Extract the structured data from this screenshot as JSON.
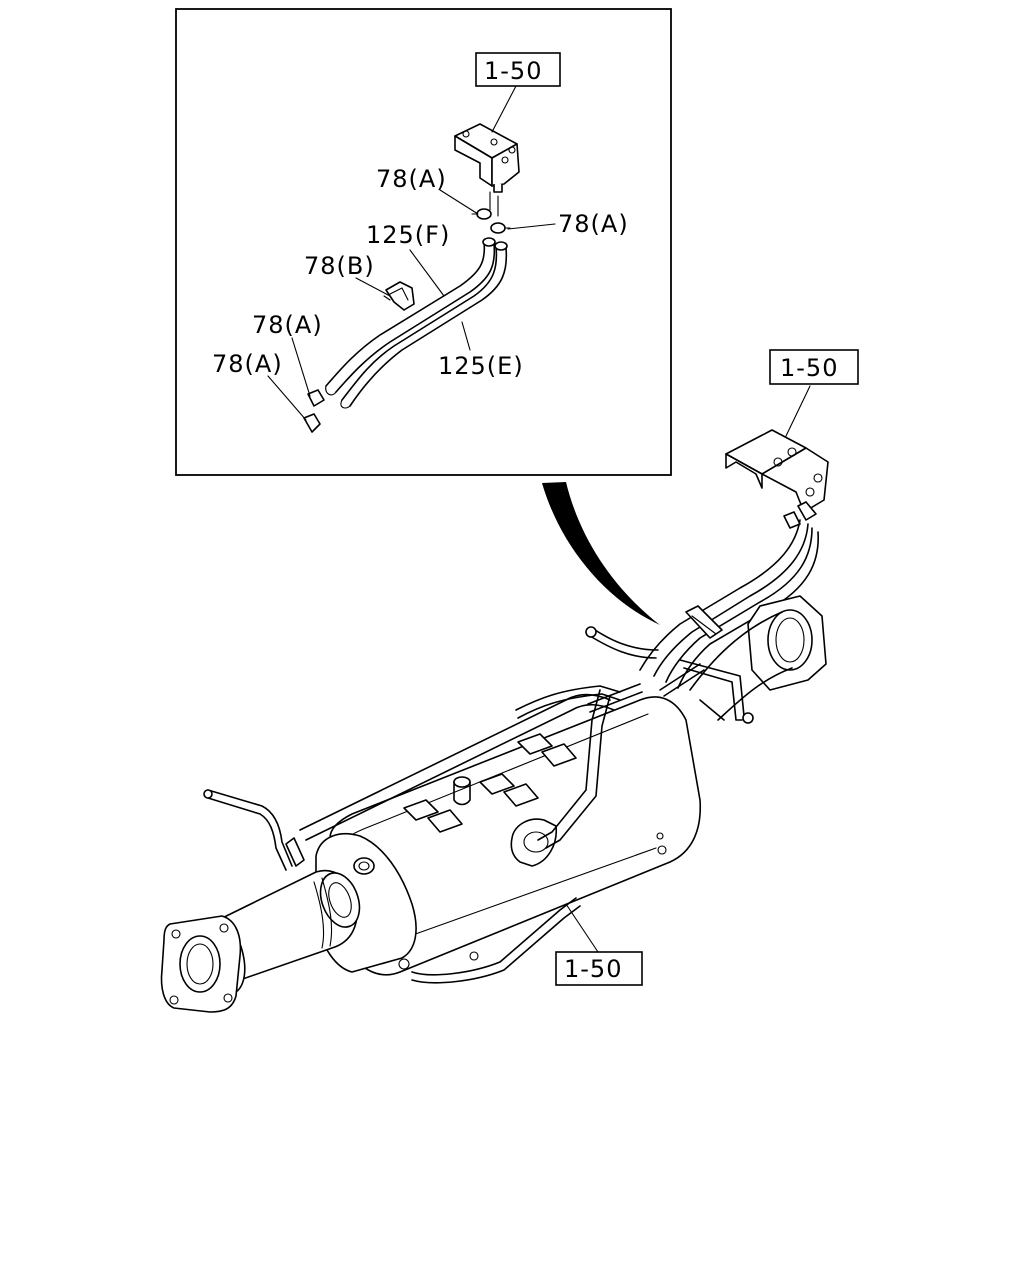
{
  "callouts": {
    "inset_ref_top": "1-50",
    "part_78a_1": "78(A)",
    "part_78a_2": "78(A)",
    "part_125f": "125(F)",
    "part_78b": "78(B)",
    "part_78a_3": "78(A)",
    "part_125e": "125(E)",
    "part_78a_4": "78(A)",
    "main_ref_sensor": "1-50",
    "main_ref_dpf": "1-50"
  }
}
